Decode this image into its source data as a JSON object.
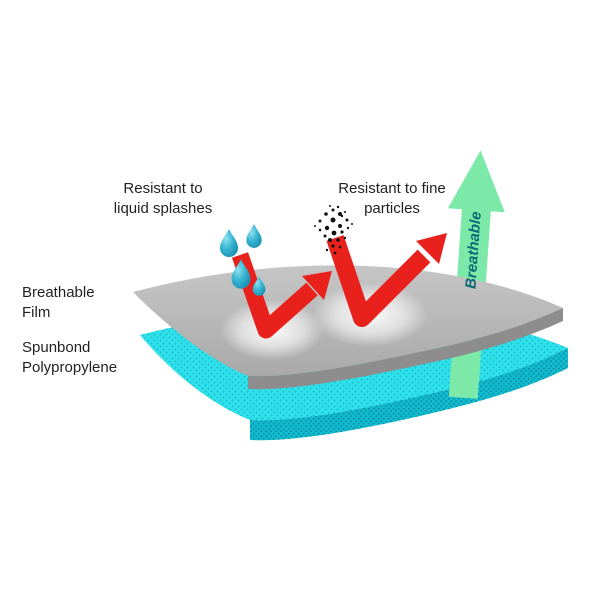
{
  "labels": {
    "liquid_resistance": {
      "line1": "Resistant to",
      "line2": "liquid splashes"
    },
    "particle_resistance": {
      "line1": "Resistant to fine",
      "line2": "particles"
    },
    "film_layer": {
      "line1": "Breathable",
      "line2": "Film"
    },
    "spunbond_layer": {
      "line1": "Spunbond",
      "line2": "Polypropylene"
    },
    "breathable_arrow": "Breathable"
  },
  "colors": {
    "film_gray": "#b5b5b5",
    "film_edge": "#8d8d8d",
    "spunbond_cyan": "#2fe1ea",
    "spunbond_edge": "#10bdd0",
    "arrow_red": "#e8211c",
    "arrow_green": "#7ce9a8",
    "droplet_teal": "#2aa9c6",
    "particle_black": "#111111",
    "breathable_text": "#0a6b74"
  }
}
